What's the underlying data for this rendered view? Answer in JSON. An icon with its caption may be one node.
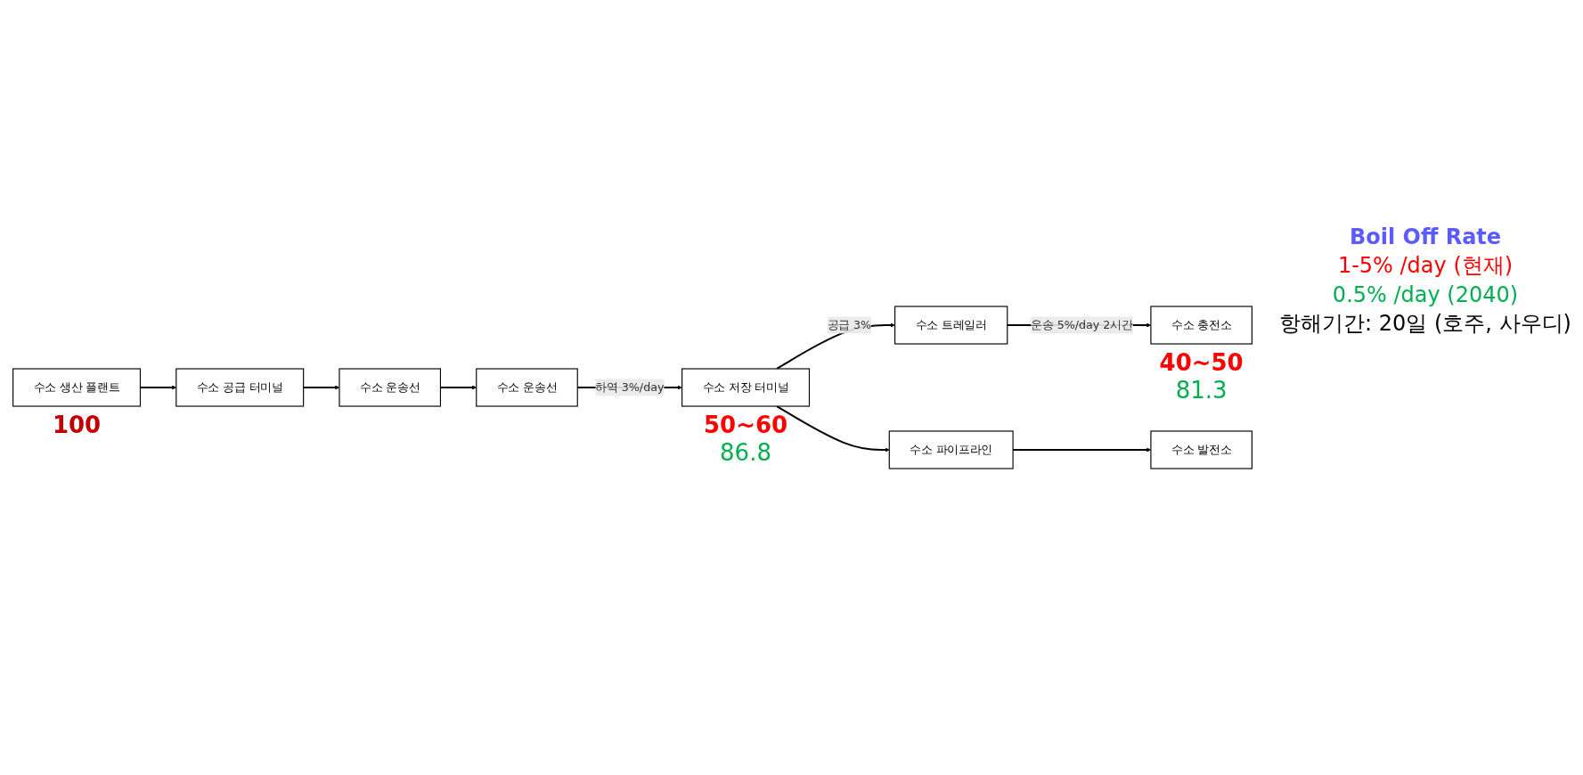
{
  "diagram": {
    "nodes": [
      {
        "text": [
          "수소 생산 플랜트"
        ],
        "beside": [
          "100"
        ]
      },
      {
        "text": [
          "수소 공급 터미널"
        ]
      },
      {
        "text": [
          "수소 운송선"
        ]
      },
      {
        "text": [
          "수소 운송선"
        ]
      },
      {
        "text": [
          "수소 저장 터미널"
        ],
        "beside": [
          "50~60",
          "86.8"
        ]
      },
      {
        "text": [
          "수소 트레일러"
        ]
      },
      {
        "text": [
          "수소 충전소"
        ],
        "beside": [
          "40~50",
          "81.3"
        ]
      },
      {
        "text": [
          "수소 파이프라인"
        ]
      },
      {
        "text": [
          "수소 발전소"
        ]
      }
    ],
    "edges": [
      {
        "from": 0,
        "to": 1,
        "arrow": "to"
      },
      {
        "from": 1,
        "to": 2,
        "arrow": "to"
      },
      {
        "from": 2,
        "to": 3,
        "arrow": "to"
      },
      {
        "from": 3,
        "to": 4,
        "arrow": "to",
        "label": "하역 3%/day"
      },
      {
        "from": 4,
        "to": 5,
        "arrow": "to",
        "label": "공급 3%"
      },
      {
        "from": 5,
        "to": 6,
        "arrow": "to",
        "label": "운송 5%/day 2시간"
      },
      {
        "from": 4,
        "to": 7,
        "arrow": "to"
      },
      {
        "from": 7,
        "to": 8,
        "arrow": "to"
      }
    ],
    "labels": [
      "Boil Off Rate",
      "1-5% /day  (현재)",
      "0.5% /day (2040)",
      "항해기간: 20일 (호주, 사우디)"
    ]
  }
}
